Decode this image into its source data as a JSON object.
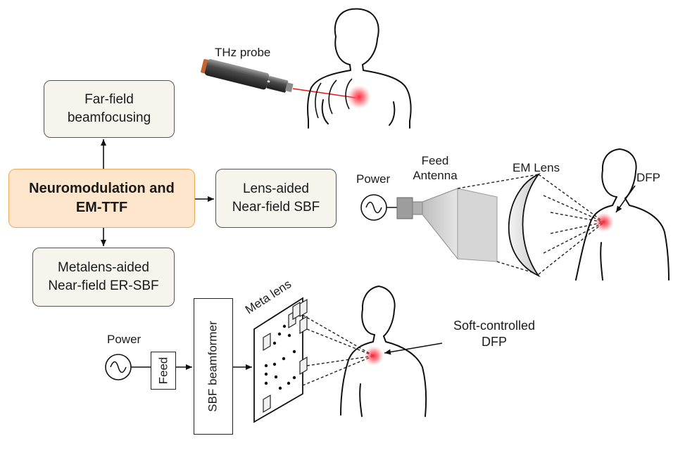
{
  "blocks": {
    "main": {
      "line1": "Neuromodulation and",
      "line2": "EM-TTF"
    },
    "far_field": {
      "line1": "Far-field",
      "line2": "beamfocusing"
    },
    "lens_aided": {
      "line1": "Lens-aided",
      "line2": "Near-field SBF"
    },
    "metalens_aided": {
      "line1": "Metalens-aided",
      "line2": "Near-field ER-SBF"
    }
  },
  "labels": {
    "thz_probe": "THz probe",
    "power_top": "Power",
    "feed_antenna_line1": "Feed",
    "feed_antenna_line2": "Antenna",
    "em_lens": "EM Lens",
    "dfp": "DFP",
    "power_bottom": "Power",
    "feed": "Feed",
    "sbf_beamformer": "SBF beamformer",
    "meta_lens": "Meta lens",
    "soft_controlled_line1": "Soft-controlled",
    "soft_controlled_line2": "DFP"
  },
  "icons": [
    "thz-probe-icon",
    "human-silhouette-icon",
    "ac-source-icon",
    "horn-antenna-icon",
    "lens-icon",
    "metasurface-icon",
    "focal-spot-icon"
  ],
  "colors": {
    "main_fill": "#fde6cc",
    "main_border": "#e9a95a",
    "box_fill": "#f6f4ec",
    "focal_spot": "#ff3040",
    "laser": "#e02020"
  }
}
